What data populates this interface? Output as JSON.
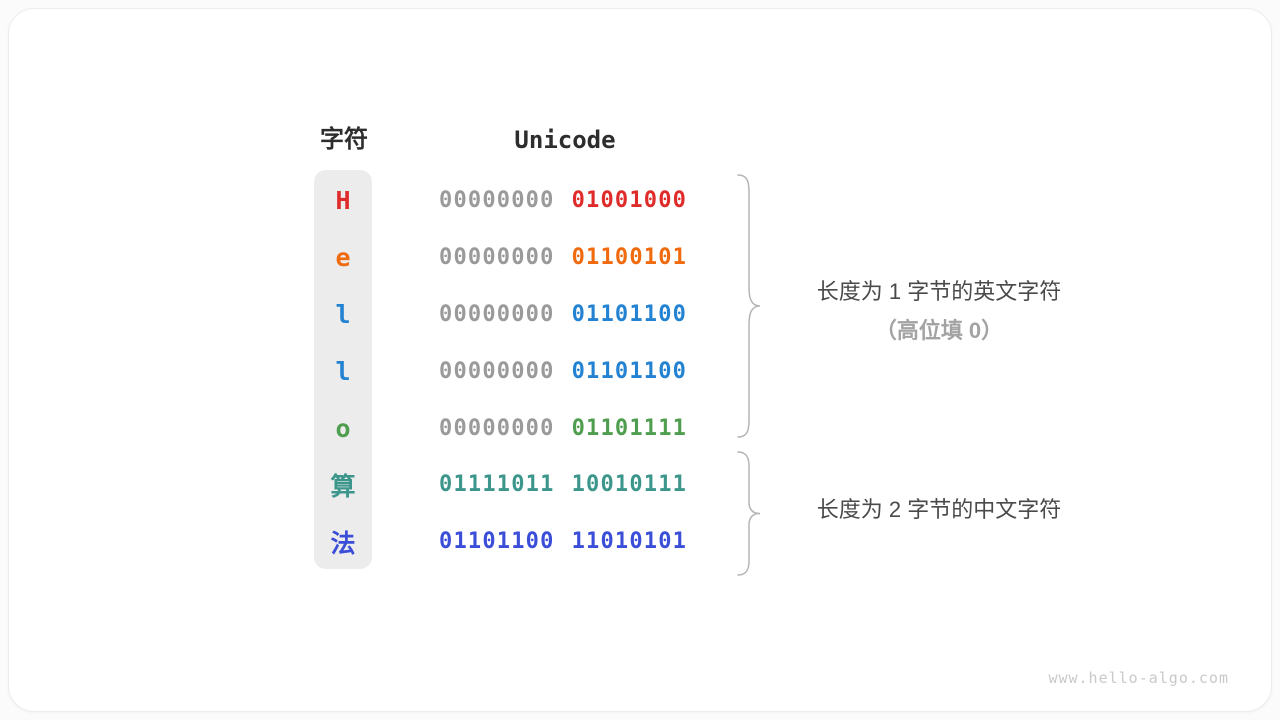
{
  "table": {
    "headers": {
      "char": "字符",
      "unicode": "Unicode"
    },
    "rows": [
      {
        "char": "H",
        "char_color": "#e02b2b",
        "byte1": "00000000",
        "byte1_color": "#9a9a9a",
        "byte2": "01001000",
        "byte2_color": "#e02b2b"
      },
      {
        "char": "e",
        "char_color": "#f06a0e",
        "byte1": "00000000",
        "byte1_color": "#9a9a9a",
        "byte2": "01100101",
        "byte2_color": "#f06a0e"
      },
      {
        "char": "l",
        "char_color": "#2383d2",
        "byte1": "00000000",
        "byte1_color": "#9a9a9a",
        "byte2": "01101100",
        "byte2_color": "#2383d2"
      },
      {
        "char": "l",
        "char_color": "#2383d2",
        "byte1": "00000000",
        "byte1_color": "#9a9a9a",
        "byte2": "01101100",
        "byte2_color": "#2383d2"
      },
      {
        "char": "o",
        "char_color": "#4f9e4f",
        "byte1": "00000000",
        "byte1_color": "#9a9a9a",
        "byte2": "01101111",
        "byte2_color": "#4f9e4f"
      },
      {
        "char": "算",
        "char_color": "#3c968b",
        "byte1": "01111011",
        "byte1_color": "#3c968b",
        "byte2": "10010111",
        "byte2_color": "#3c968b"
      },
      {
        "char": "法",
        "char_color": "#3b4ed8",
        "byte1": "01101100",
        "byte1_color": "#3b4ed8",
        "byte2": "11010101",
        "byte2_color": "#3b4ed8"
      }
    ]
  },
  "annotations": {
    "group1_line1": "长度为 1 字节的英文字符",
    "group1_line2": "（高位填 0）",
    "group2": "长度为 2 字节的中文字符"
  },
  "colors": {
    "binary_dim_gray": "#9a9a9a",
    "brace_gray": "#b5b5b5",
    "annotation_text": "#4a4a4a",
    "annotation_sub_text": "#a3a3a3",
    "char_column_bg": "#ececec"
  },
  "footer": {
    "watermark": "www.hello-algo.com"
  }
}
